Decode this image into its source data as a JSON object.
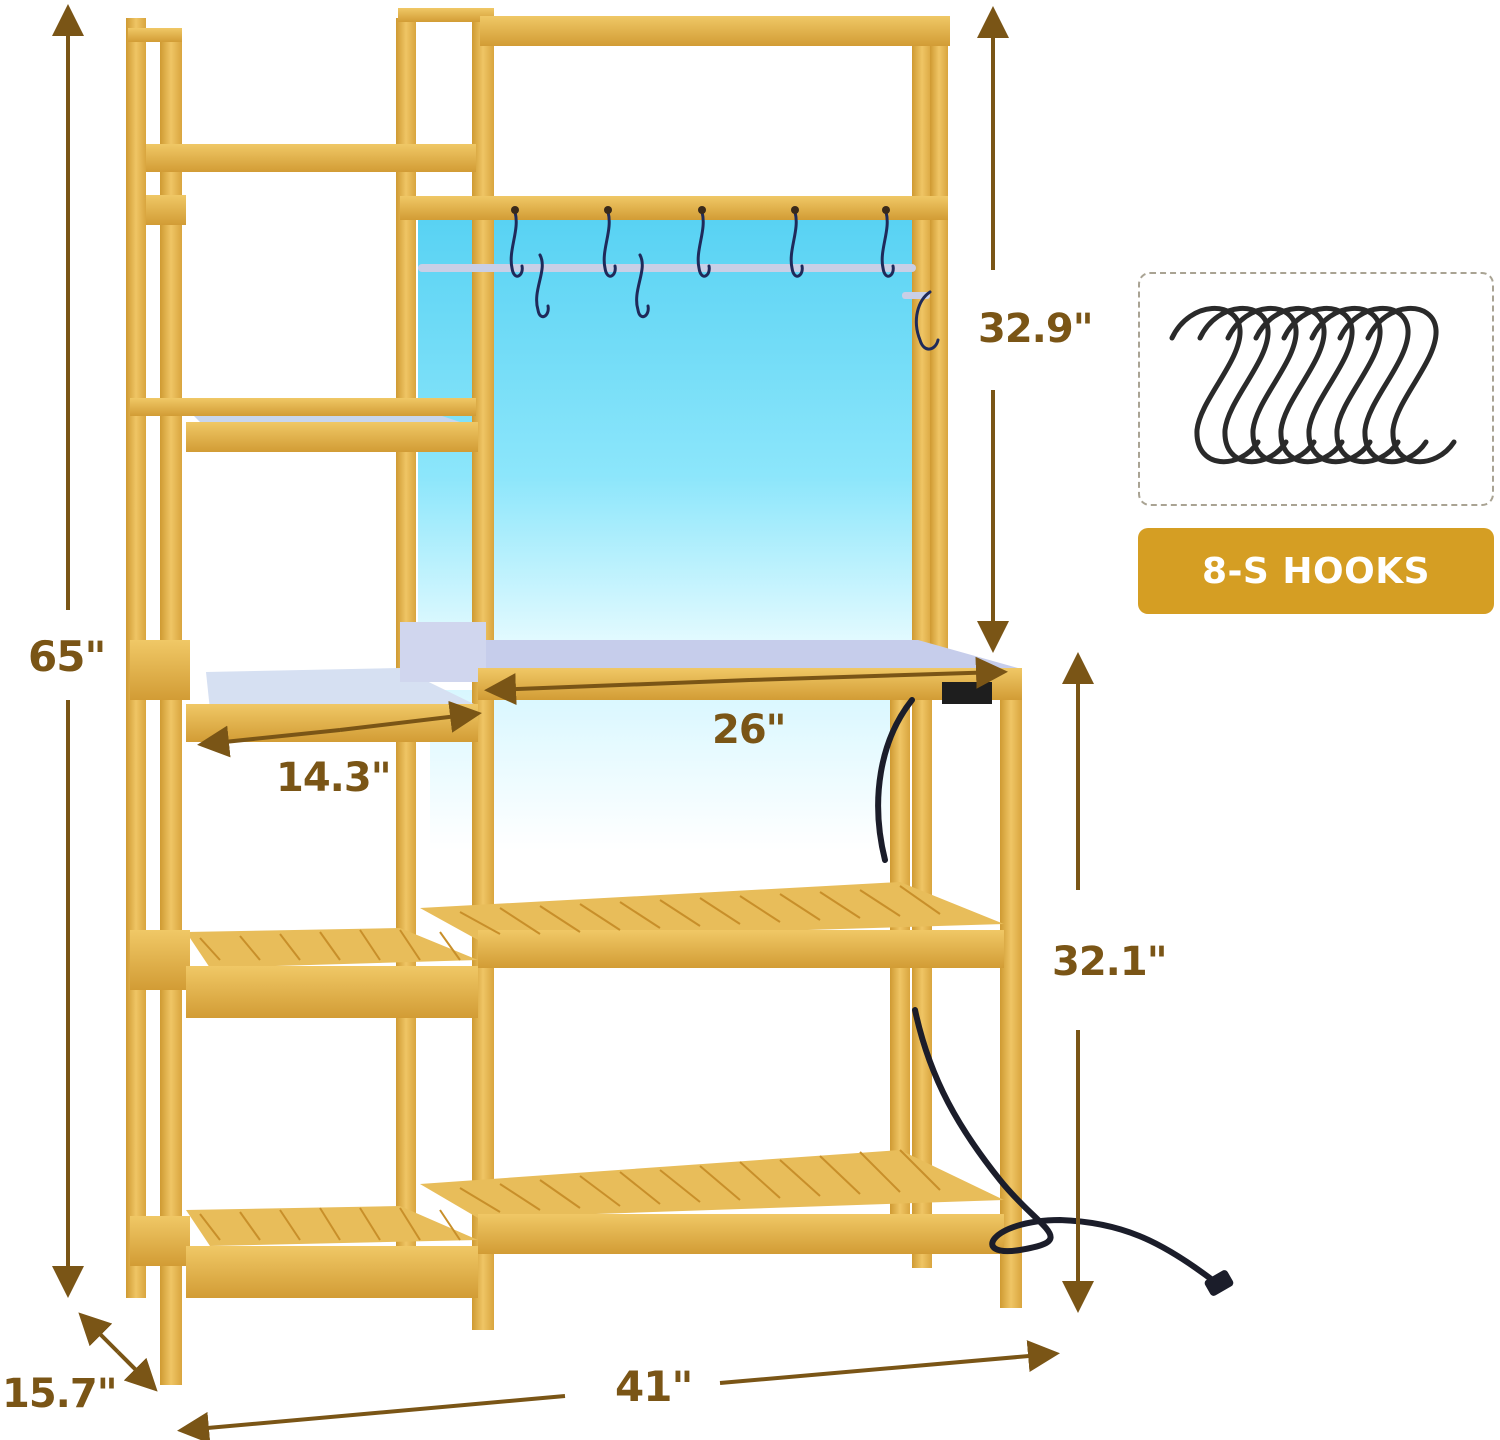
{
  "product": {
    "type": "bakers-rack",
    "material_color": "#e3b34a",
    "led_glow_color": "#5fd8f5"
  },
  "dimensions": {
    "total_height": "65\"",
    "upper_hutch_height": "32.9\"",
    "lower_height": "32.1\"",
    "side_shelf_width": "14.3\"",
    "main_shelf_width": "26\"",
    "total_width": "41\"",
    "depth": "15.7\""
  },
  "accessory": {
    "hooks_label": "8-S HOOKS",
    "hooks_count": 8,
    "badge_color": "#d59e23",
    "box_border_color": "#a9a393"
  },
  "annotation_color": "#7a5516"
}
